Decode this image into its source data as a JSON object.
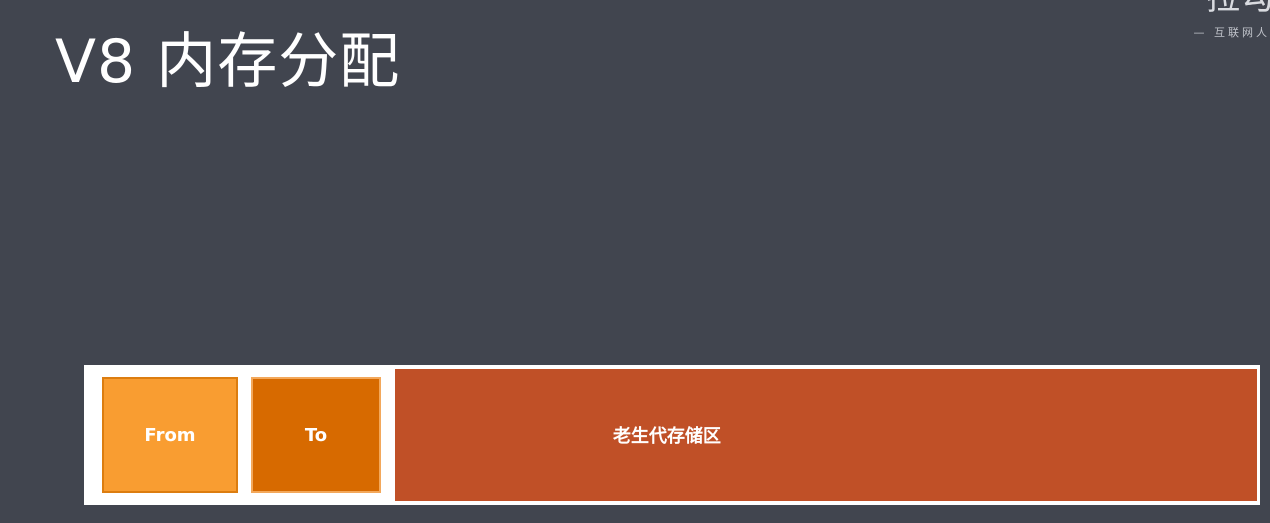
{
  "slide": {
    "title": "V8 内存分配"
  },
  "watermark": {
    "logo_text": "拉勾",
    "tagline": "— 互联网人"
  },
  "memory_layout": {
    "from_label": "From",
    "to_label": "To",
    "old_generation_label": "老生代存储区"
  },
  "colors": {
    "background": "#41454f",
    "from_block": "#f99d31",
    "to_block": "#d76a00",
    "old_generation_block": "#c05027"
  }
}
